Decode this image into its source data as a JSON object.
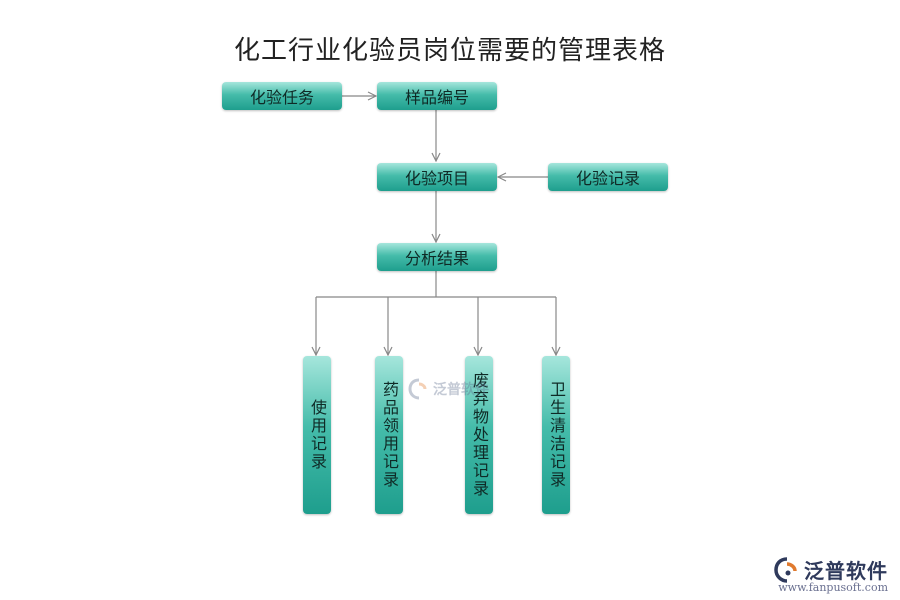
{
  "title": "化工行业化验员岗位需要的管理表格",
  "nodes": {
    "task": "化验任务",
    "sample_no": "样品编号",
    "item": "化验项目",
    "record": "化验记录",
    "analysis": "分析结果",
    "usage": "使用记录",
    "drug_receive": "药品领用记录",
    "waste": "废弃物处理记录",
    "hygiene": "卫生清洁记录"
  },
  "watermark": {
    "text": "泛普软件"
  },
  "logo": {
    "brand": "泛普软件",
    "url": "www.fanpusoft.com"
  },
  "colors": {
    "node_top": "#a6e6dc",
    "node_bottom": "#1e9e8d",
    "line": "#888888"
  }
}
